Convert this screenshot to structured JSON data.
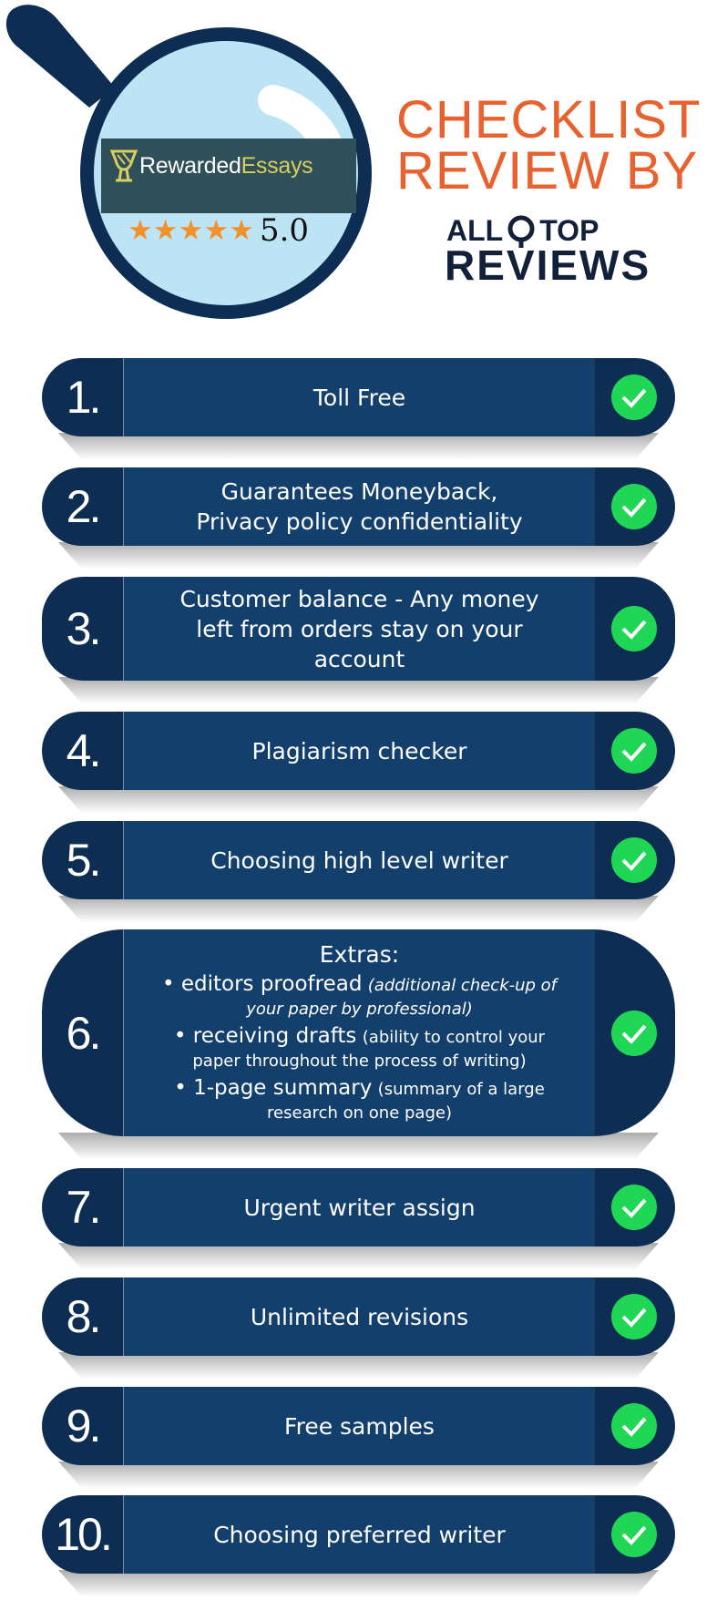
{
  "header": {
    "logo": {
      "prefix": "Rewarded",
      "suffix": "Essays",
      "icon": "trophy-icon"
    },
    "rating": {
      "stars": "★★★★★",
      "value": "5.0",
      "fraction": 1.0
    },
    "title_line1": "CHECKLIST",
    "title_line2": "REVIEW BY",
    "brand": {
      "part1": "ALL",
      "part2": "TOP",
      "line2": "REVIEWS",
      "icon": "magnifier-o-icon"
    }
  },
  "colors": {
    "navy": "#0d2d52",
    "panel": "#133f6c",
    "title_orange": "#e8622f",
    "star_orange": "#f3912b",
    "check_green": "#1fd655"
  },
  "items": [
    {
      "number": "1.",
      "lines": [
        "Toll Free"
      ]
    },
    {
      "number": "2.",
      "lines": [
        "Guarantees Moneyback,",
        "Privacy policy confidentiality"
      ]
    },
    {
      "number": "3.",
      "lines": [
        "Customer balance - Any money",
        "left from orders stay on your",
        "account"
      ]
    },
    {
      "number": "4.",
      "lines": [
        "Plagiarism checker"
      ]
    },
    {
      "number": "5.",
      "lines": [
        "Choosing high level writer"
      ]
    },
    {
      "number": "6.",
      "extras": {
        "heading": "Extras:",
        "bullets": [
          {
            "lead": "• editors proofread",
            "detail": "(additional check-up of your paper by professional)"
          },
          {
            "lead": "• receiving drafts",
            "detail": "(ability to control your paper throughout the process of writing)"
          },
          {
            "lead": "• 1-page summary",
            "detail": "(summary of a large research on one page)"
          }
        ]
      }
    },
    {
      "number": "7.",
      "lines": [
        "Urgent writer assign"
      ]
    },
    {
      "number": "8.",
      "lines": [
        "Unlimited revisions"
      ]
    },
    {
      "number": "9.",
      "lines": [
        "Free samples"
      ]
    },
    {
      "number": "10.",
      "lines": [
        "Choosing preferred writer"
      ]
    }
  ]
}
